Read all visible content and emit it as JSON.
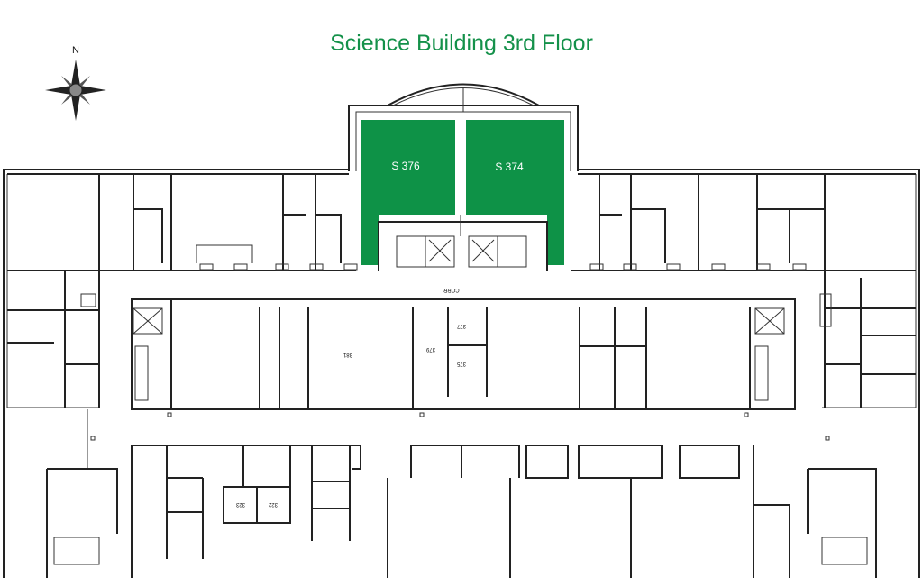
{
  "title": "Science Building 3rd Floor",
  "compass": {
    "label": "N",
    "icon": "compass-rose-icon"
  },
  "colors": {
    "title": "#14914a",
    "highlight": "#0e9247",
    "wall": "#222222"
  },
  "highlighted_rooms": [
    {
      "id": "s376",
      "label": "S 376"
    },
    {
      "id": "s374",
      "label": "S 374"
    }
  ],
  "room_labels": {
    "corridor": "CORR.",
    "r381": "381",
    "r379": "379",
    "r377": "377",
    "r375": "375",
    "r323": "323",
    "r322": "322"
  }
}
